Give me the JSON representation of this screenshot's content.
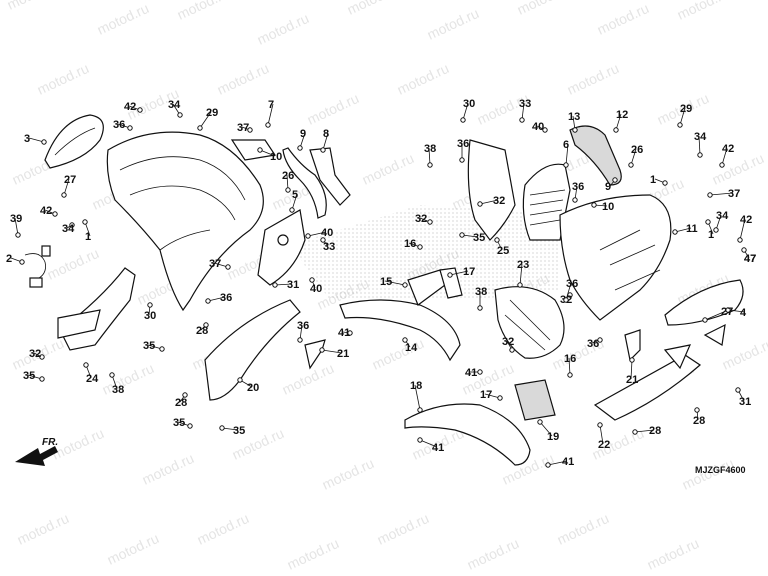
{
  "diagram": {
    "watermark": "motod.ru",
    "diagram_code": "MJZGF4600",
    "direction_label": "FR.",
    "callouts": [
      {
        "id": "c1",
        "label": "1"
      },
      {
        "id": "c2",
        "label": "1"
      },
      {
        "id": "c3",
        "label": "1"
      },
      {
        "id": "c4",
        "label": "2"
      },
      {
        "id": "c5",
        "label": "3"
      },
      {
        "id": "c6",
        "label": "4"
      },
      {
        "id": "c7",
        "label": "5"
      },
      {
        "id": "c8",
        "label": "6"
      },
      {
        "id": "c9",
        "label": "7"
      },
      {
        "id": "c10",
        "label": "8"
      },
      {
        "id": "c11",
        "label": "9"
      },
      {
        "id": "c12",
        "label": "9"
      },
      {
        "id": "c13",
        "label": "10"
      },
      {
        "id": "c14",
        "label": "10"
      },
      {
        "id": "c15",
        "label": "11"
      },
      {
        "id": "c16",
        "label": "12"
      },
      {
        "id": "c17",
        "label": "13"
      },
      {
        "id": "c18",
        "label": "14"
      },
      {
        "id": "c19",
        "label": "15"
      },
      {
        "id": "c20",
        "label": "16"
      },
      {
        "id": "c21",
        "label": "16"
      },
      {
        "id": "c22",
        "label": "17"
      },
      {
        "id": "c23",
        "label": "17"
      },
      {
        "id": "c24",
        "label": "18"
      },
      {
        "id": "c25",
        "label": "19"
      },
      {
        "id": "c26",
        "label": "20"
      },
      {
        "id": "c27",
        "label": "21"
      },
      {
        "id": "c28",
        "label": "21"
      },
      {
        "id": "c29",
        "label": "22"
      },
      {
        "id": "c30",
        "label": "23"
      },
      {
        "id": "c31",
        "label": "24"
      },
      {
        "id": "c32",
        "label": "25"
      },
      {
        "id": "c33",
        "label": "26"
      },
      {
        "id": "c34",
        "label": "26"
      },
      {
        "id": "c35",
        "label": "27"
      },
      {
        "id": "c36",
        "label": "27"
      },
      {
        "id": "c37",
        "label": "28"
      },
      {
        "id": "c38",
        "label": "28"
      },
      {
        "id": "c39",
        "label": "28"
      },
      {
        "id": "c40",
        "label": "28"
      },
      {
        "id": "c41",
        "label": "29"
      },
      {
        "id": "c42",
        "label": "29"
      },
      {
        "id": "c43",
        "label": "30"
      },
      {
        "id": "c44",
        "label": "30"
      },
      {
        "id": "c45",
        "label": "31"
      },
      {
        "id": "c46",
        "label": "31"
      },
      {
        "id": "c47",
        "label": "32"
      },
      {
        "id": "c48",
        "label": "32"
      },
      {
        "id": "c49",
        "label": "32"
      },
      {
        "id": "c50",
        "label": "32"
      },
      {
        "id": "c51",
        "label": "32"
      },
      {
        "id": "c52",
        "label": "33"
      },
      {
        "id": "c53",
        "label": "33"
      },
      {
        "id": "c54",
        "label": "34"
      },
      {
        "id": "c55",
        "label": "34"
      },
      {
        "id": "c56",
        "label": "34"
      },
      {
        "id": "c57",
        "label": "34"
      },
      {
        "id": "c58",
        "label": "35"
      },
      {
        "id": "c59",
        "label": "35"
      },
      {
        "id": "c60",
        "label": "35"
      },
      {
        "id": "c61",
        "label": "35"
      },
      {
        "id": "c62",
        "label": "35"
      },
      {
        "id": "c63",
        "label": "36"
      },
      {
        "id": "c64",
        "label": "36"
      },
      {
        "id": "c65",
        "label": "36"
      },
      {
        "id": "c66",
        "label": "36"
      },
      {
        "id": "c67",
        "label": "36"
      },
      {
        "id": "c68",
        "label": "36"
      },
      {
        "id": "c69",
        "label": "36"
      },
      {
        "id": "c70",
        "label": "37"
      },
      {
        "id": "c71",
        "label": "37"
      },
      {
        "id": "c72",
        "label": "37"
      },
      {
        "id": "c73",
        "label": "38"
      },
      {
        "id": "c74",
        "label": "38"
      },
      {
        "id": "c75",
        "label": "38"
      },
      {
        "id": "c76",
        "label": "39"
      },
      {
        "id": "c77",
        "label": "40"
      },
      {
        "id": "c78",
        "label": "40"
      },
      {
        "id": "c79",
        "label": "40"
      },
      {
        "id": "c80",
        "label": "41"
      },
      {
        "id": "c81",
        "label": "41"
      },
      {
        "id": "c82",
        "label": "41"
      },
      {
        "id": "c83",
        "label": "41"
      },
      {
        "id": "c84",
        "label": "42"
      },
      {
        "id": "c85",
        "label": "42"
      },
      {
        "id": "c86",
        "label": "42"
      },
      {
        "id": "c87",
        "label": "42"
      },
      {
        "id": "c88",
        "label": "47"
      },
      {
        "id": "c89",
        "label": "47"
      }
    ]
  }
}
